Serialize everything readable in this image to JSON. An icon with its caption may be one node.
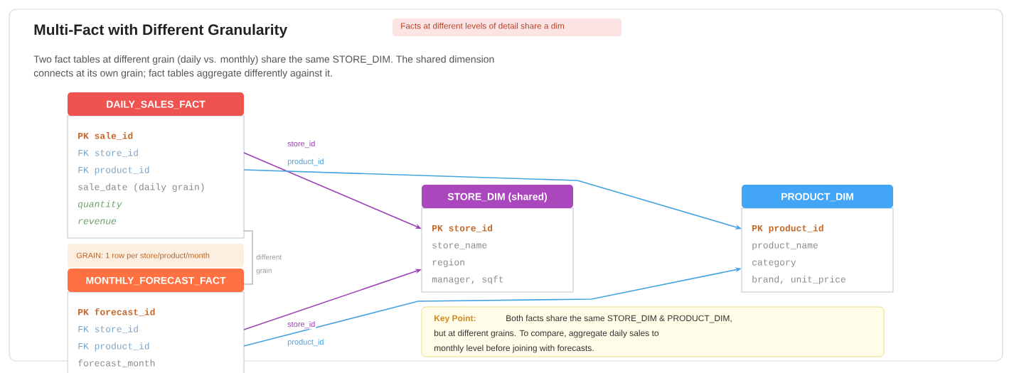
{
  "diagram": {
    "title": "Multi-Fact with Different Granularity",
    "nodes": [
      {
        "text": [
          "Facts at different levels of detail share a dim"
        ]
      },
      {
        "text": [
          "DAILY_SALES_FACT",
          "PK sale_id",
          "FK store_id",
          "FK product_id",
          "sale_date (daily grain)",
          "quantity",
          "revenue"
        ]
      },
      {
        "text": [
          "GRAIN: 1 row per store/product/month"
        ]
      },
      {
        "text": [
          "MONTHLY_FORECAST_FACT",
          "PK forecast_id",
          "FK store_id",
          "FK product_id",
          "forecast_month"
        ]
      },
      {
        "text": [
          "STORE_DIM (shared)",
          "PK store_id",
          "store_name",
          "region",
          "manager, sqft"
        ]
      },
      {
        "text": [
          "PRODUCT_DIM",
          "PK product_id",
          "product_name",
          "category",
          "brand, unit_price"
        ]
      },
      {
        "text": [
          "Key Point:",
          "Both facts share the same STORE_DIM & PRODUCT_DIM, but at different grains. To compare, aggregate daily sales to monthly level before joining with forecasts."
        ]
      }
    ],
    "edges": [
      {
        "from": 1,
        "to": 4,
        "arrow": "to",
        "label": "store_id",
        "color": "#9c40b5"
      },
      {
        "from": 1,
        "to": 5,
        "arrow": "to",
        "label": "product_id",
        "color": "#45a3e0"
      },
      {
        "from": 3,
        "to": 4,
        "arrow": "to",
        "label": "store_id",
        "color": "#9c40b5"
      },
      {
        "from": 3,
        "to": 5,
        "arrow": "to",
        "label": "product_id",
        "color": "#45a3e0"
      },
      {
        "from": 1,
        "to": 3,
        "arrow": "none",
        "label": "different grain",
        "color": "#999999"
      }
    ],
    "labels": [
      "Two fact tables at different grain (daily vs. monthly) share the same STORE_DIM. The shared dimension connects at its own grain; fact tables aggregate differently against it."
    ]
  }
}
